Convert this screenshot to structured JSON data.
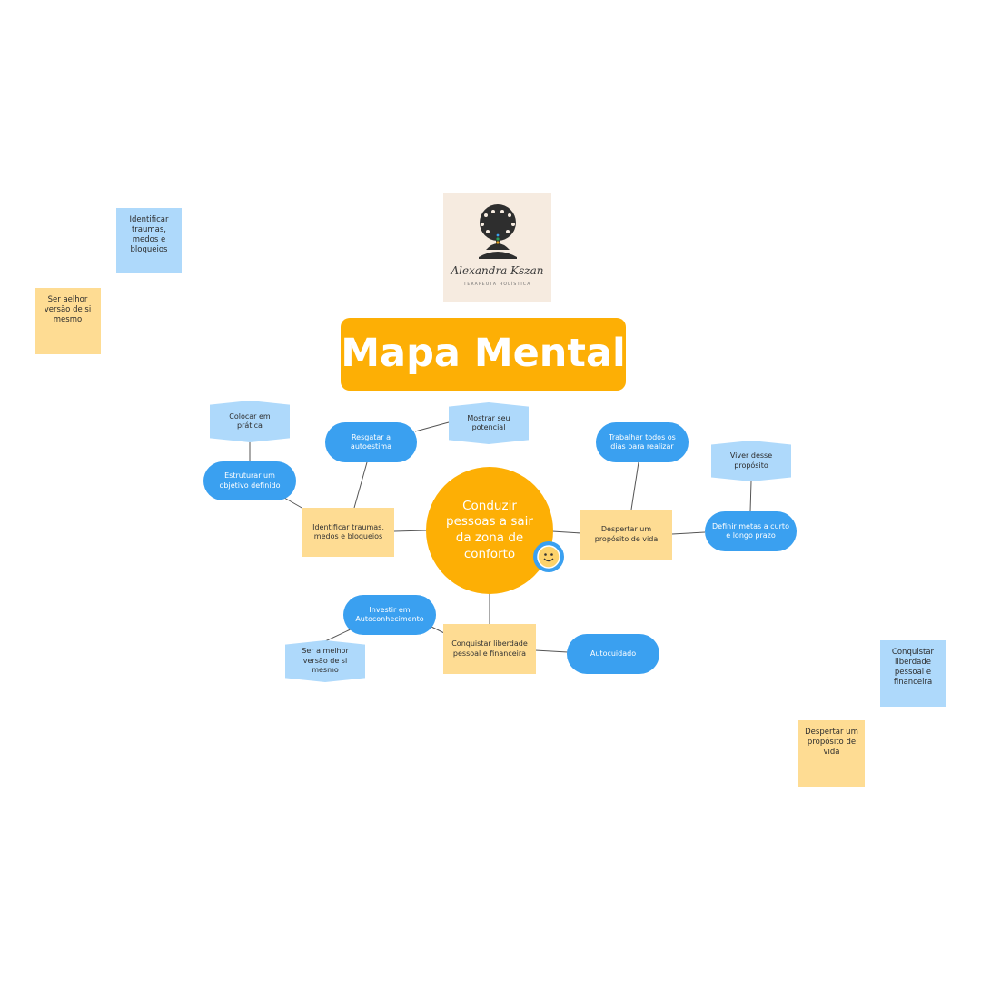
{
  "title": "Mapa Mental",
  "logo": {
    "name": "Alexandra Kszan",
    "subtitle": "TERAPEUTA HOLÍSTICA",
    "icon": "tree-of-life-meditation-logo"
  },
  "center": {
    "text": "Conduzir pessoas a sair da zona de conforto",
    "badge_icon": "smiley-face-icon"
  },
  "nodes": {
    "traumas": "Identificar traumas, medos e bloqueios",
    "autoestima": "Resgatar a autoestima",
    "potencial": "Mostrar seu potencial",
    "objetivo": "Estruturar um objetivo definido",
    "pratica": "Colocar em prática",
    "proposito": "Despertar um propósito de vida",
    "trabalhar": "Trabalhar todos os dias para realizar",
    "metas": "Definir metas a curto e longo prazo",
    "viver": "Viver desse propósito",
    "liberdade": "Conquistar liberdade pessoal e financeira",
    "autoconhecimento": "Investir em Autoconhecimento",
    "melhor": "Ser a melhor versão de si mesmo",
    "autocuidado": "Autocuidado"
  },
  "sticky_notes": {
    "n1": "Identificar traumas, medos e bloqueios",
    "n2": "Ser aelhor versão de si mesmo",
    "n3": "Conquistar liberdade pessoal e financeira",
    "n4": "Despertar um propósito de vida"
  },
  "colors": {
    "accent_orange": "#fdaf05",
    "node_blue": "#3aa0f0",
    "light_blue": "#aed9fb",
    "light_yellow": "#fedc93",
    "logo_bg": "#f6ebe0"
  }
}
